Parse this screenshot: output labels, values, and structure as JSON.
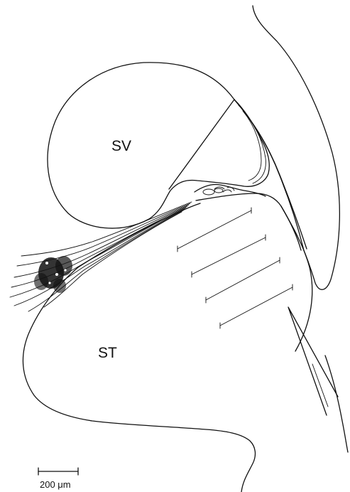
{
  "labels": {
    "scala_vestibuli": "SV",
    "scala_tympani": "ST"
  },
  "scale_bar": {
    "text": "200 μm"
  },
  "colors": {
    "ink": "#111111",
    "background": "#ffffff"
  }
}
